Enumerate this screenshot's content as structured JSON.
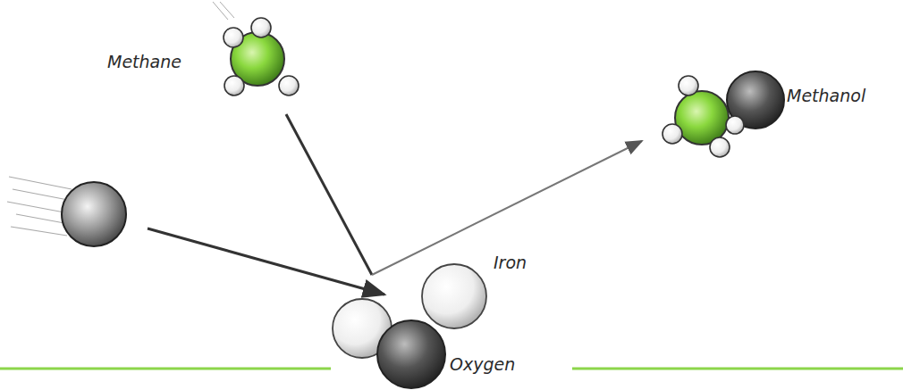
{
  "diagram": {
    "labels": [
      "Methane",
      "Methanol",
      "Iron",
      "Oxygen"
    ]
  }
}
